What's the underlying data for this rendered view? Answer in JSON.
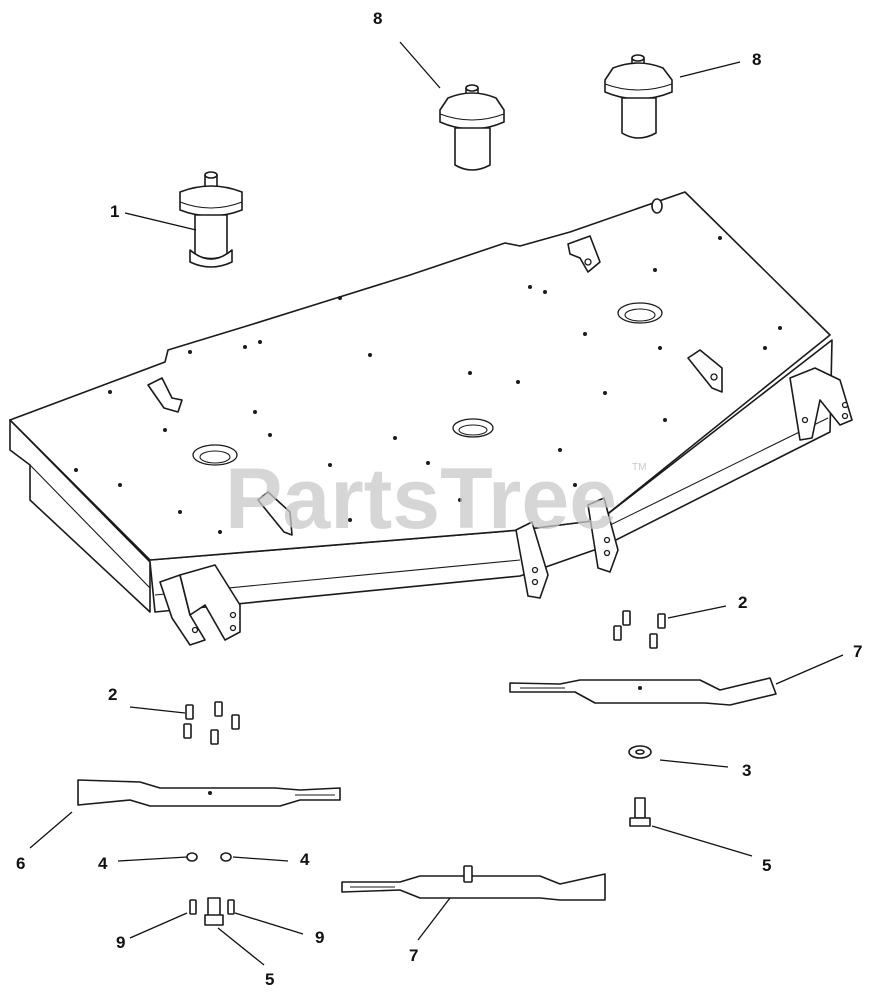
{
  "watermark": {
    "text": "PartsTree",
    "trademark": "TM"
  },
  "callouts": {
    "c8a": "8",
    "c8b": "8",
    "c1": "1",
    "c2a": "2",
    "c2b": "2",
    "c7a": "7",
    "c7b": "7",
    "c3": "3",
    "c5a": "5",
    "c5b": "5",
    "c6": "6",
    "c4a": "4",
    "c4b": "4",
    "c9a": "9",
    "c9b": "9"
  },
  "colors": {
    "line": "#1a1a1a",
    "watermark": "#c8c8c8",
    "background": "#ffffff"
  }
}
